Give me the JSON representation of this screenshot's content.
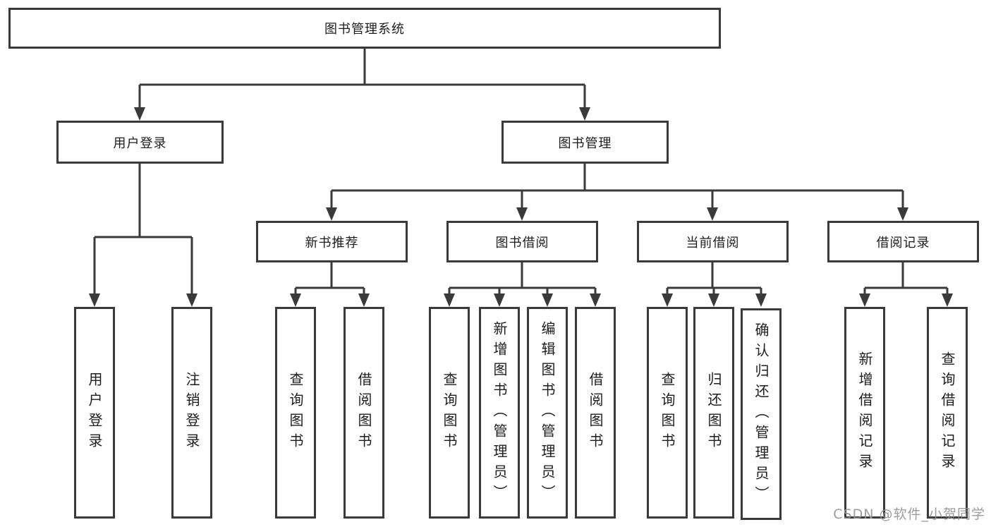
{
  "diagram": {
    "type": "function-structure-tree",
    "root": {
      "label": "图书管理系统",
      "children": [
        {
          "label": "用户登录",
          "children": [
            {
              "label": "用户登录"
            },
            {
              "label": "注销登录"
            }
          ]
        },
        {
          "label": "图书管理",
          "children": [
            {
              "label": "新书推荐",
              "children": [
                {
                  "label": "查询图书"
                },
                {
                  "label": "借阅图书"
                }
              ]
            },
            {
              "label": "图书借阅",
              "children": [
                {
                  "label": "查询图书"
                },
                {
                  "label": "新增图书（管理员）"
                },
                {
                  "label": "编辑图书（管理员）"
                },
                {
                  "label": "借阅图书"
                }
              ]
            },
            {
              "label": "当前借阅",
              "children": [
                {
                  "label": "查询图书"
                },
                {
                  "label": "归还图书"
                },
                {
                  "label": "确认归还（管理员）"
                }
              ]
            },
            {
              "label": "借阅记录",
              "children": [
                {
                  "label": "新增借阅记录"
                },
                {
                  "label": "查询借阅记录"
                }
              ]
            }
          ]
        }
      ]
    },
    "colors": {
      "line": "#3a3a3a",
      "box_border": "#3a3a3a",
      "text": "#1d1d1d",
      "background": "#ffffff",
      "watermark": "#949494"
    }
  },
  "watermark": {
    "text": "CSDN @软件_小贺同学"
  }
}
